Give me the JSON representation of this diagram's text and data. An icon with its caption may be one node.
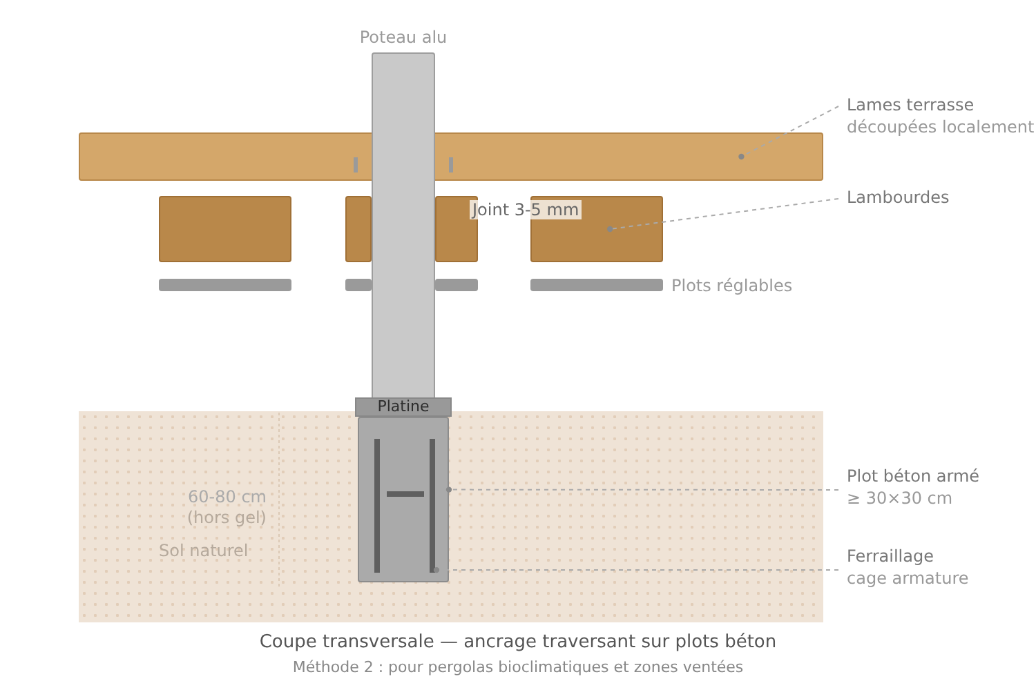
{
  "diagram": {
    "title": "Coupe transversale — ancrage traversant sur plots béton",
    "caption": "Méthode 2 : pour pergolas bioclimatiques et zones ventées",
    "nodes": [
      {
        "text": [
          "Poteau alu"
        ]
      },
      {
        "text": [],
        "shape": "bar"
      },
      {
        "text": [
          "Lames terrasse",
          "découpées localement"
        ]
      },
      {
        "text": [],
        "shape": "box"
      },
      {
        "text": [],
        "shape": "box"
      },
      {
        "text": [],
        "shape": "box"
      },
      {
        "text": [
          "Lambourdes"
        ]
      },
      {
        "text": [],
        "shape": "bar"
      },
      {
        "text": [],
        "shape": "bar"
      },
      {
        "text": [],
        "shape": "bar"
      },
      {
        "text": [
          "Sol naturel"
        ]
      },
      {
        "text": [
          "Platine"
        ]
      },
      {
        "text": [],
        "shape": "box",
        "in": 10
      },
      {
        "text": [],
        "shape": "picture",
        "in": 12
      },
      {
        "text": [
          "Plot béton armé",
          "≥ 30×30 cm"
        ]
      },
      {
        "text": [
          "Ferraillage",
          "cage armature"
        ]
      }
    ],
    "edges": [
      {
        "from": 2,
        "to": 1,
        "arrow": "other",
        "style": "dashed"
      },
      {
        "from": 6,
        "to": 5,
        "arrow": "other",
        "style": "dashed"
      },
      {
        "from": 14,
        "to": 12,
        "arrow": "other",
        "style": "dashed"
      },
      {
        "from": 15,
        "to": 13,
        "arrow": "other",
        "style": "dashed"
      }
    ],
    "labels": [
      "Joint 3-5 mm",
      "Plots réglables",
      "60-80 cm",
      "(hors gel)"
    ]
  }
}
